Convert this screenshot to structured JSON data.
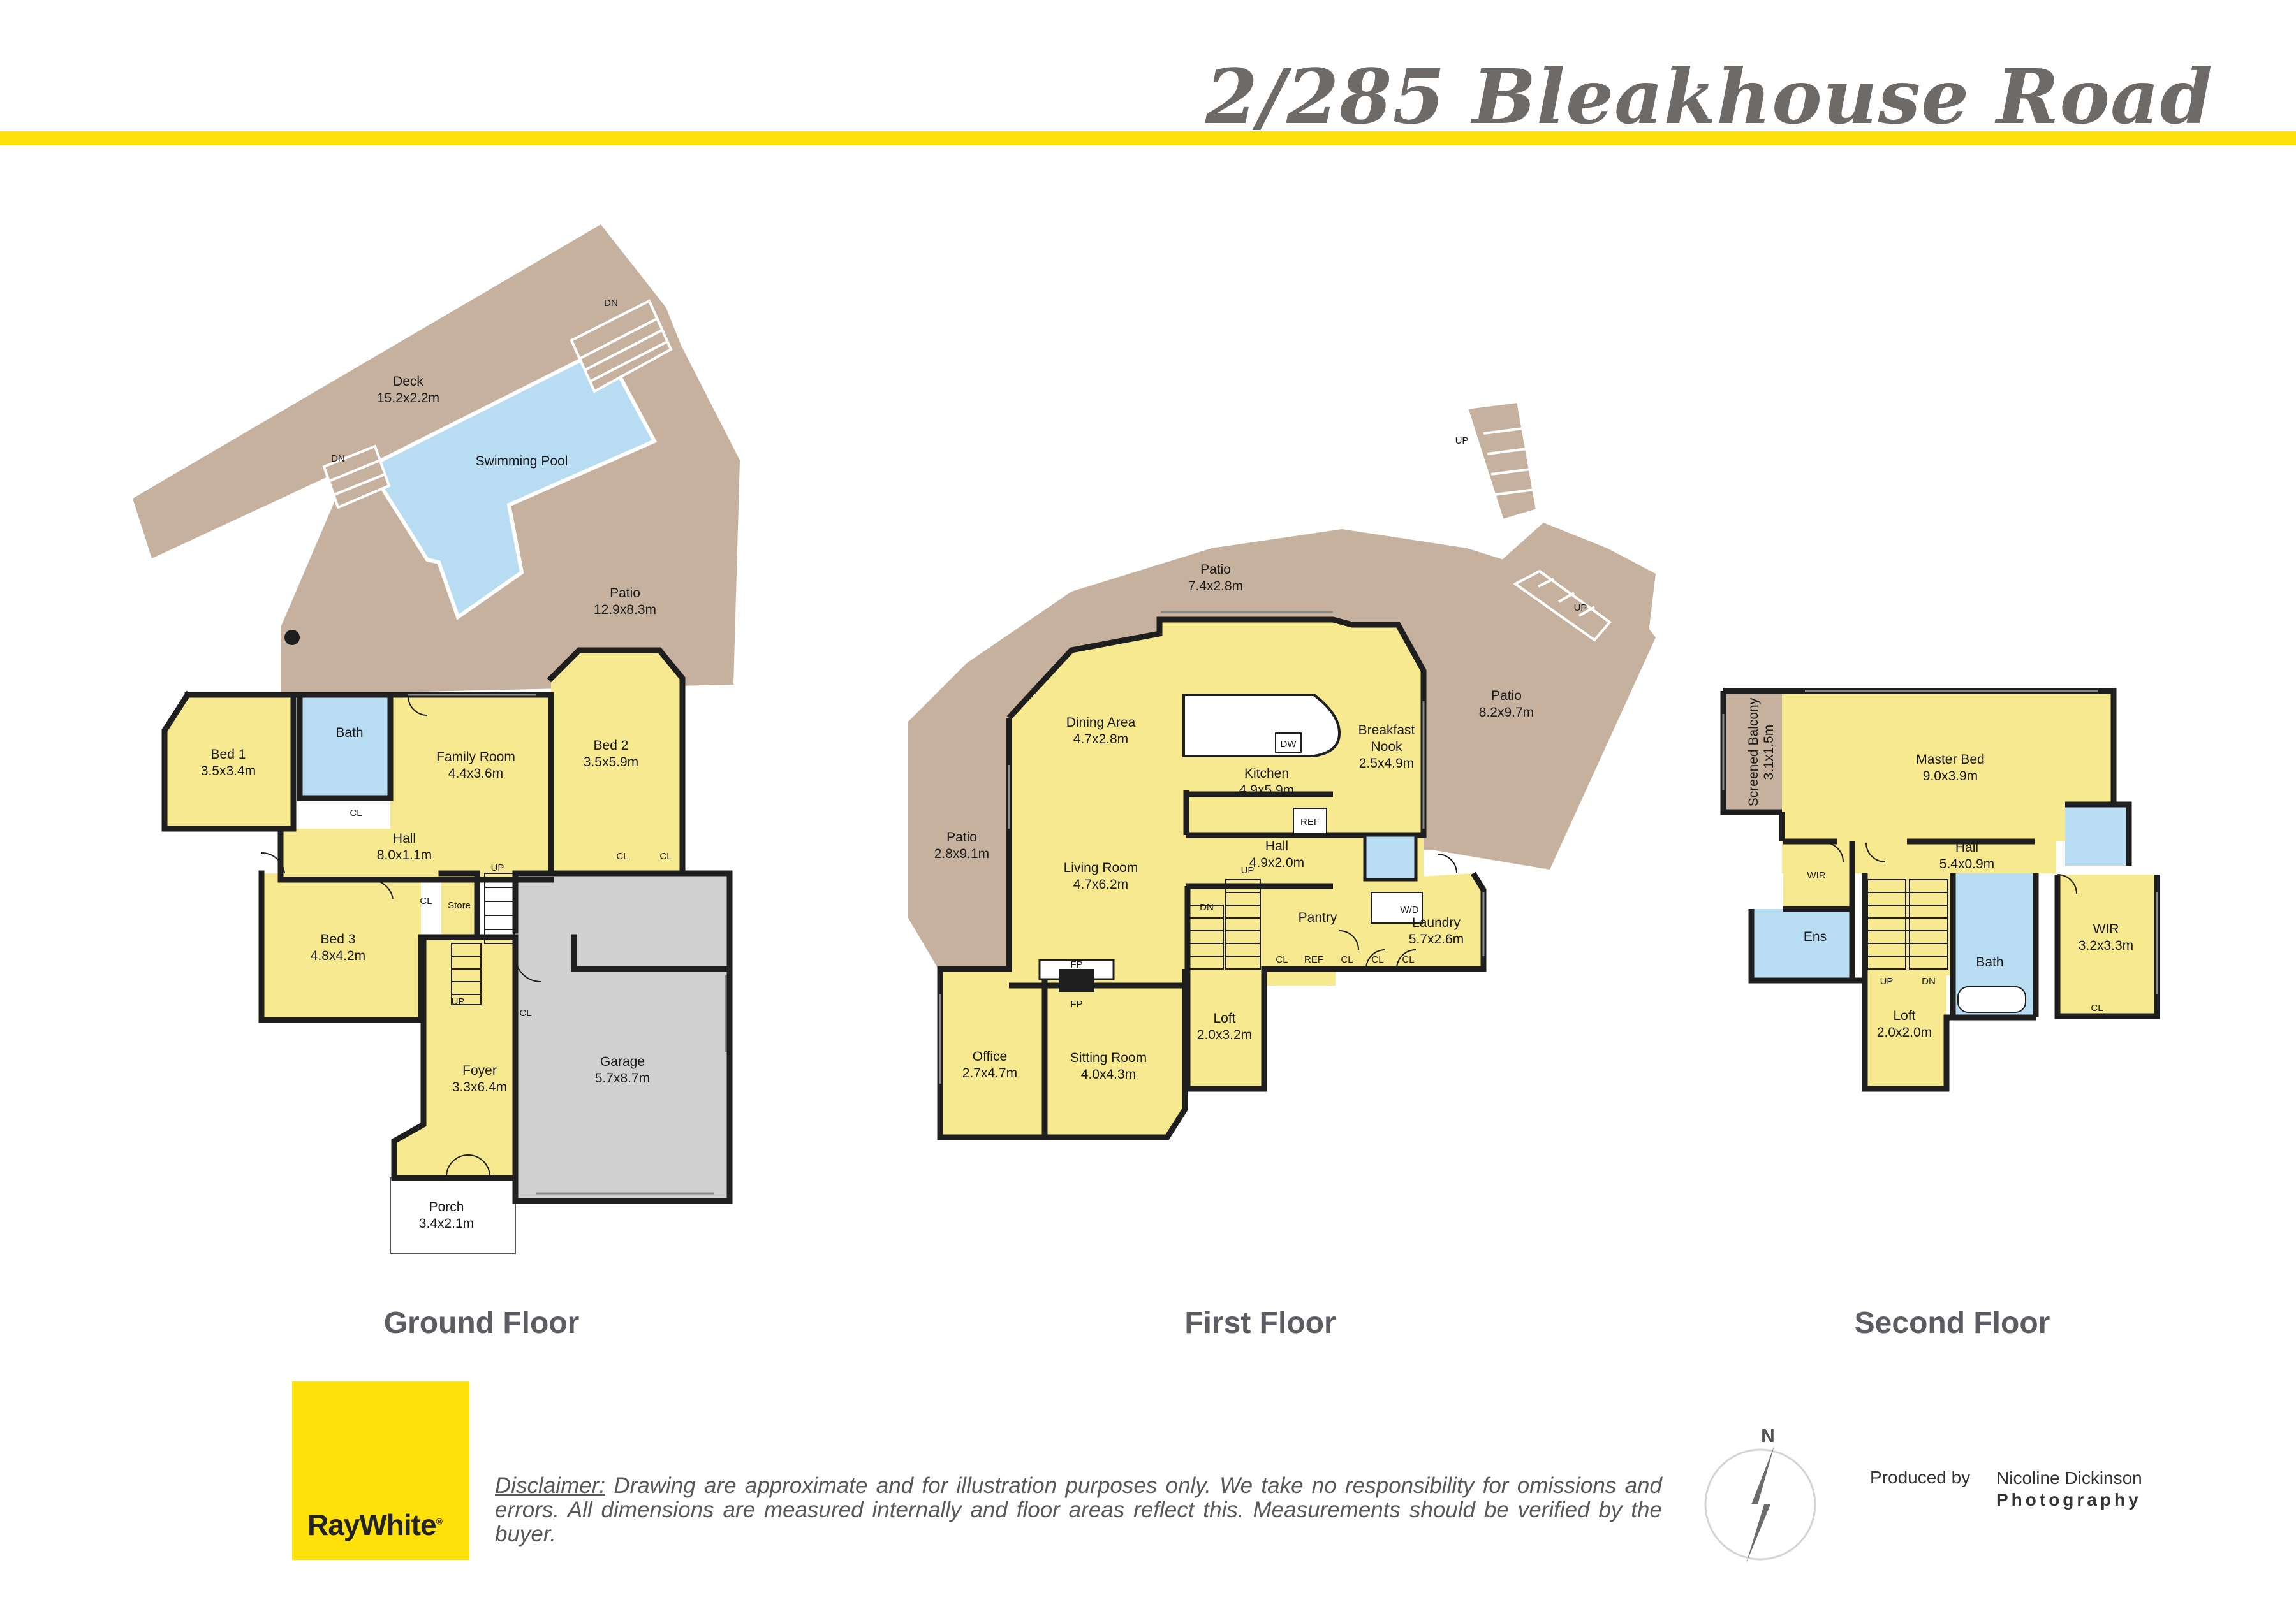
{
  "title": "2/285 Bleakhouse Road",
  "floors": {
    "ground": {
      "label": "Ground Floor",
      "rooms": {
        "deck": {
          "name": "Deck",
          "size": "15.2x2.2m"
        },
        "pool": {
          "name": "Swimming Pool"
        },
        "patio": {
          "name": "Patio",
          "size": "12.9x8.3m"
        },
        "bed1": {
          "name": "Bed 1",
          "size": "3.5x3.4m"
        },
        "bath": {
          "name": "Bath"
        },
        "family": {
          "name": "Family Room",
          "size": "4.4x3.6m"
        },
        "bed2": {
          "name": "Bed 2",
          "size": "3.5x5.9m"
        },
        "hall": {
          "name": "Hall",
          "size": "8.0x1.1m"
        },
        "bed3": {
          "name": "Bed 3",
          "size": "4.8x4.2m"
        },
        "store": {
          "name": "Store"
        },
        "garage": {
          "name": "Garage",
          "size": "5.7x8.7m"
        },
        "foyer": {
          "name": "Foyer",
          "size": "3.3x6.4m"
        },
        "porch": {
          "name": "Porch",
          "size": "3.4x2.1m"
        }
      },
      "marks": {
        "cl": "CL",
        "up": "UP",
        "dn": "DN"
      }
    },
    "first": {
      "label": "First Floor",
      "rooms": {
        "patio_top": {
          "name": "Patio",
          "size": "7.4x2.8m"
        },
        "patio_right": {
          "name": "Patio",
          "size": "8.2x9.7m"
        },
        "patio_left": {
          "name": "Patio",
          "size": "2.8x9.1m"
        },
        "dining": {
          "name": "Dining Area",
          "size": "4.7x2.8m"
        },
        "kitchen": {
          "name": "Kitchen",
          "size": "4.9x5.9m"
        },
        "breakfast": {
          "name": "Breakfast Nook",
          "size": "2.5x4.9m",
          "line1": "Breakfast",
          "line2": "Nook"
        },
        "living": {
          "name": "Living Room",
          "size": "4.7x6.2m"
        },
        "hall": {
          "name": "Hall",
          "size": "4.9x2.0m"
        },
        "pantry": {
          "name": "Pantry"
        },
        "laundry": {
          "name": "Laundry",
          "size": "5.7x2.6m"
        },
        "office": {
          "name": "Office",
          "size": "2.7x4.7m"
        },
        "sitting": {
          "name": "Sitting Room",
          "size": "4.0x4.3m"
        },
        "loft": {
          "name": "Loft",
          "size": "2.0x3.2m"
        }
      },
      "marks": {
        "dw": "DW",
        "ref": "REF",
        "wd": "W/D",
        "fp": "FP",
        "cl": "CL",
        "up": "UP",
        "dn": "DN"
      }
    },
    "second": {
      "label": "Second Floor",
      "rooms": {
        "balcony": {
          "name": "Screened Balcony",
          "size": "3.1x1.5m"
        },
        "master": {
          "name": "Master Bed",
          "size": "9.0x3.9m"
        },
        "hall": {
          "name": "Hall",
          "size": "5.4x0.9m"
        },
        "wir_left": {
          "name": "WIR"
        },
        "ens": {
          "name": "Ens"
        },
        "bath": {
          "name": "Bath"
        },
        "wir_right": {
          "name": "WIR",
          "size": "3.2x3.3m"
        },
        "loft": {
          "name": "Loft",
          "size": "2.0x2.0m"
        }
      },
      "marks": {
        "cl": "CL",
        "up": "UP",
        "dn": "DN"
      }
    }
  },
  "logo": {
    "text": "RayWhite",
    "mark": "®"
  },
  "disclaimer": {
    "heading": "Disclaimer:",
    "text": " Drawing are approximate and for illustration purposes only. We take no responsibility for omissions and errors. All dimensions are measured internally and floor areas reflect this. Measurements should be verified by the buyer."
  },
  "compass": {
    "north": "N"
  },
  "credit": {
    "produced_by": "Produced by",
    "name": "Nicoline Dickinson",
    "studio": "Photography"
  },
  "colors": {
    "room": "#f6e98f",
    "outdoor": "#c5b19d",
    "garage": "#d0d0d0",
    "pool": "#b8dcf2",
    "wall": "#1e1e1e",
    "accent": "#ffe20b"
  }
}
